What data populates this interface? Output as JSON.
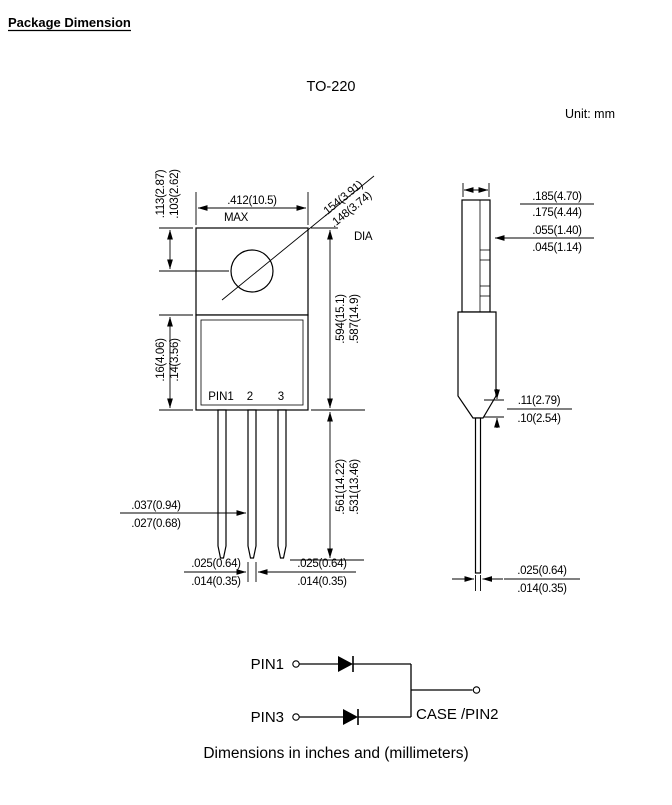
{
  "header": {
    "title": "Package Dimension"
  },
  "titles": {
    "package": "TO-220",
    "unit": "Unit: mm",
    "footnote": "Dimensions in inches and (millimeters)"
  },
  "front": {
    "width": {
      "l1": ".412(10.5)",
      "l2": "MAX"
    },
    "hole_offset": {
      "l1": ".113(2.87)",
      "l2": ".103(2.62)"
    },
    "hole_dia": {
      "l1": ".154(3.91)",
      "l2": ".148(3.74)",
      "label": "DIA"
    },
    "height": {
      "l1": ".594(15.1)",
      "l2": ".587(14.9)"
    },
    "shoulder": {
      "l1": ".16(4.06)",
      "l2": ".14(3.56)"
    },
    "lead_width": {
      "l1": ".037(0.94)",
      "l2": ".027(0.68)"
    },
    "lead_length": {
      "l1": ".561(14.22)",
      "l2": ".531(13.46)"
    },
    "tip_left": {
      "l1": ".025(0.64)",
      "l2": ".014(0.35)"
    },
    "tip_right": {
      "l1": ".025(0.64)",
      "l2": ".014(0.35)"
    },
    "pins": {
      "pin1": "PIN1",
      "pin2": "2",
      "pin3": "3"
    }
  },
  "side": {
    "depth": {
      "l1": ".185(4.70)",
      "l2": ".175(4.44)"
    },
    "tab_thickness": {
      "l1": ".055(1.40)",
      "l2": ".045(1.14)"
    },
    "lead_offset": {
      "l1": ".11(2.79)",
      "l2": ".10(2.54)"
    },
    "lead_thickness": {
      "l1": ".025(0.64)",
      "l2": ".014(0.35)"
    }
  },
  "schematic": {
    "pin1": "PIN1",
    "pin3": "PIN3",
    "output": "CASE /PIN2"
  }
}
